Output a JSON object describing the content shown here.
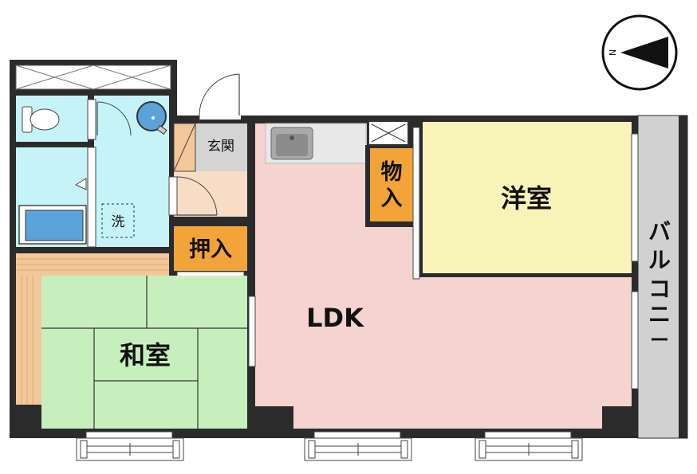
{
  "floor_plan": {
    "rooms": {
      "ldk": "LDK",
      "western_room": "洋室",
      "japanese_room": "和室",
      "entrance": "玄関",
      "closet": "押入",
      "storage_top": "物",
      "storage_bottom": "入",
      "laundry": "洗",
      "balcony": [
        "バ",
        "ル",
        "コ",
        "ニ",
        "ー"
      ]
    },
    "compass": {
      "letter": "N"
    },
    "colors": {
      "ldk": "#f5d3d0",
      "western_room": "#f8f3b6",
      "japanese_room": "#c7efbd",
      "wet_area": "#c6f3f7",
      "closet": "#f2a33a",
      "balcony": "#d1d1d1",
      "entrance": "#d4d4d4",
      "hall": "#f7dcc6",
      "wall": "#2b2b2b",
      "wood_floor": "#f2c79a"
    }
  }
}
